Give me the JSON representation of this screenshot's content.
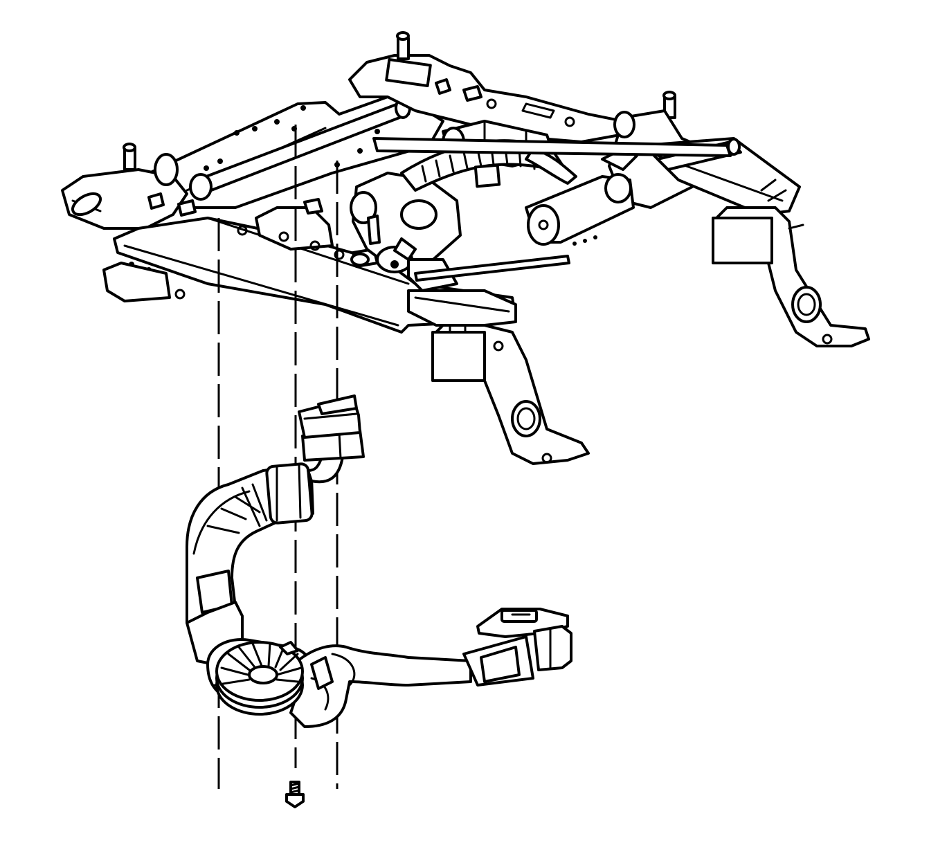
{
  "diagram": {
    "colors": {
      "ink": "#000000",
      "paper": "#ffffff"
    },
    "parts": [
      "seat-adjuster-frame",
      "left-track-rail",
      "right-track-rail",
      "front-mounting-leg",
      "rear-mounting-leg",
      "adjuster-motor",
      "adjuster-motor-upper",
      "wiring-harness-on-frame",
      "wiring-harness-assembly",
      "harness-connector-top",
      "harness-connector-right",
      "harness-spool-clip",
      "retaining-screw",
      "alignment-lines"
    ]
  }
}
